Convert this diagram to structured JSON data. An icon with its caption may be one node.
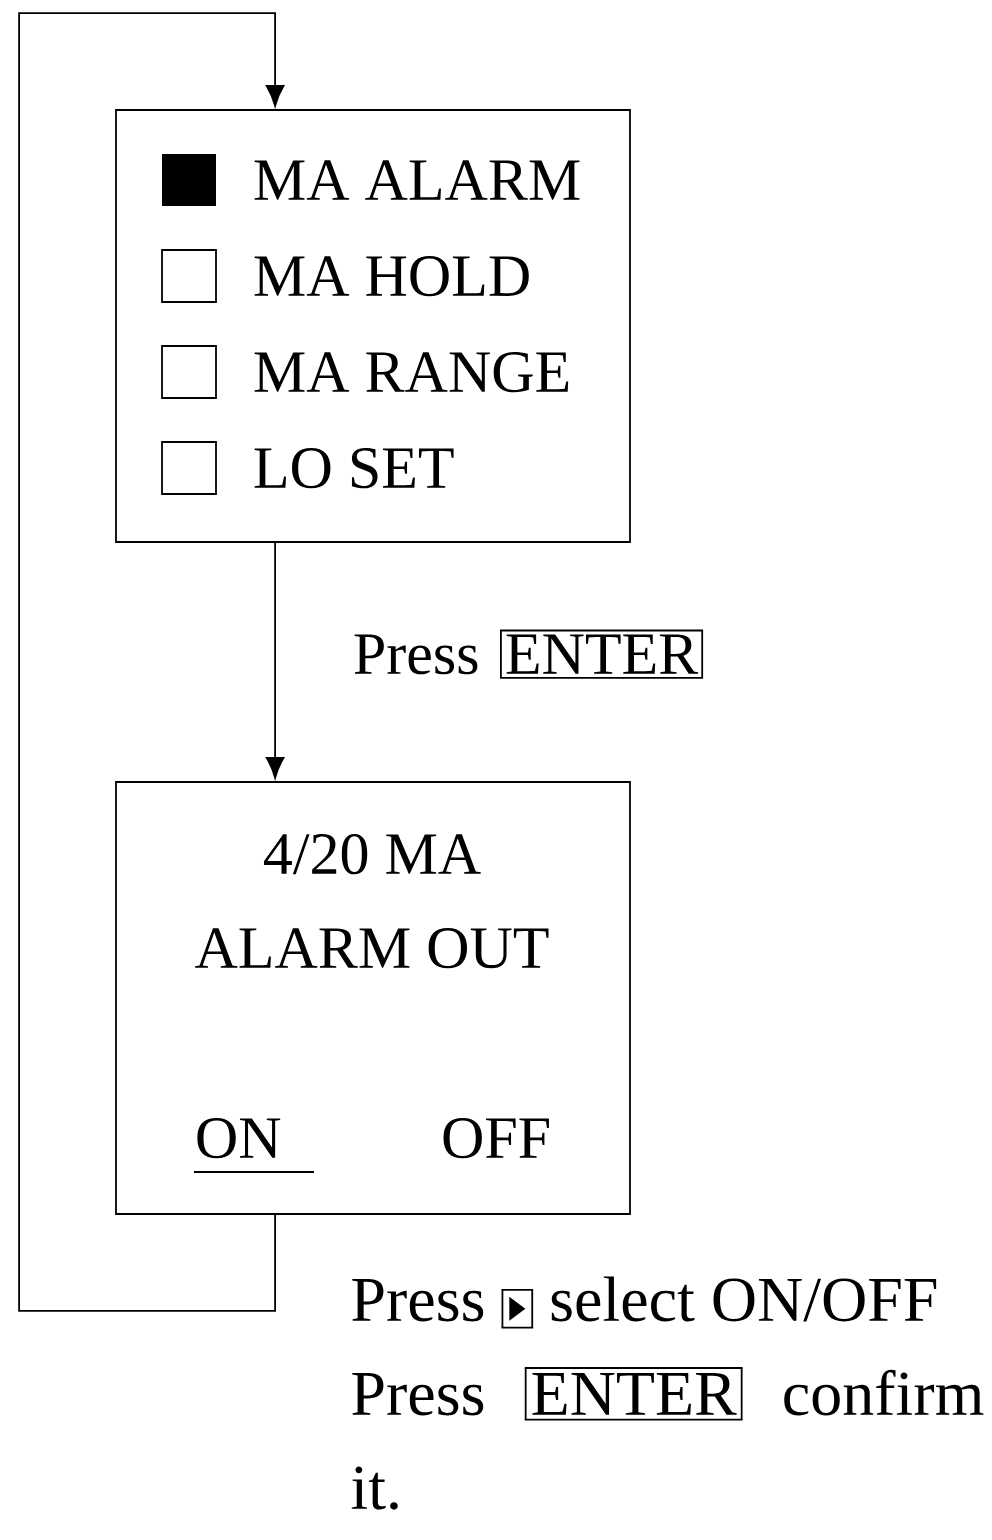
{
  "diagram": {
    "nodes": [
      {
        "text": [
          "MA ALARM",
          "MA HOLD",
          "MA RANGE",
          "LO SET"
        ]
      },
      {
        "text": [
          "4/20 MA",
          "ALARM OUT",
          "ON",
          "OFF"
        ]
      }
    ],
    "edges": [
      {
        "from": 0,
        "to": 1,
        "arrow": "to",
        "label": "Press"
      },
      {
        "from": 1,
        "to": 0,
        "arrow": "to"
      }
    ],
    "labels": [
      "ENTER",
      "Press",
      "select ON/OFF",
      "Press",
      "ENTER",
      "confirm it."
    ]
  }
}
